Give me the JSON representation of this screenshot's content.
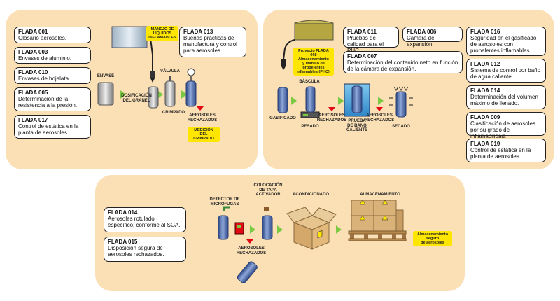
{
  "colors": {
    "panel": "#fbe0b6",
    "arrow": "#7ac943",
    "reject": "#e30613",
    "can_body": "#4b6db0",
    "highlight": "#ffe600"
  },
  "panel1": {
    "cards": [
      {
        "code": "FLADA 001",
        "desc": "Glosario aerosoles."
      },
      {
        "code": "FLADA 003",
        "desc": "Envases de aluminio."
      },
      {
        "code": "FLADA 010",
        "desc": "Envases de hojalata."
      },
      {
        "code": "FLADA 005",
        "desc": "Determinación de la resistencia a la presión."
      },
      {
        "code": "FLADA 017",
        "desc": "Control de estática en la planta de aerosoles."
      },
      {
        "code": "FLADA 013",
        "desc": "Buenas prácticas de manufactura y control para aerosoles."
      }
    ],
    "labels": {
      "tank": "MANEJO DE\nLÍQUIDOS\nINFLAMABLES",
      "envase": "ENVASE",
      "valvula": "VÁLVULA",
      "dosificacion": "DOSIFICACIÓN\nDEL GRANEL",
      "crimpado": "CRIMPADO",
      "rechazados": "AEROSOLES\nRECHAZADOS",
      "medicion": "MEDICIÓN DEL\nCRIMPADO"
    }
  },
  "panel2": {
    "cards": [
      {
        "code": "FLADA 011",
        "desc": "Pruebas de calidad para el PHC."
      },
      {
        "code": "FLADA 006",
        "desc": "Cámara de expansión."
      },
      {
        "code": "FLADA 007",
        "desc": "Determinación del contenido neto en función de la cámara de expansión."
      },
      {
        "code": "FLADA 016",
        "desc": "Seguridad en el gasificado de aerosoles con propelentes inflamables."
      },
      {
        "code": "FLADA 012",
        "desc": "Sistema de control por baño de agua caliente."
      },
      {
        "code": "FLADA 014",
        "desc": "Determinación del volumen máximo de llenado."
      },
      {
        "code": "FLADA 009",
        "desc": "Clasificación de aerosoles por su grado de inflamabilidad."
      },
      {
        "code": "FLADA 019",
        "desc": "Control de estática en la planta de aerosoles."
      }
    ],
    "labels": {
      "proyecto": "Proyecto FLADA 008\nAlmacenamiento\ny manejo de\npropelentes\ninflamables (PHC).",
      "bascula": "BÁSCULA",
      "gasificado": "GASIFICADO",
      "pesado": "PESADO",
      "rechazados1": "AEROSOLES\nRECHAZADOS",
      "bano": "PRUEBA\nDE BAÑO\nCALIENTE",
      "rechazados2": "AEROSOLES\nRECHAZADOS",
      "secado": "SECADO"
    }
  },
  "panel3": {
    "cards": [
      {
        "code": "FLADA 014",
        "desc": "Aerosoles rotulado específico, conforme al SGA."
      },
      {
        "code": "FLADA 015",
        "desc": "Disposición segura de aerosoles rechazados."
      }
    ],
    "labels": {
      "detector": "DETECTOR DE\nMICROFUGAS",
      "colocacion": "COLOCACIÓN\nDE TAPA\nACTIVADOR",
      "acondicionado": "ACONDICIONADO",
      "almacenamiento": "ALMACENAMIENTO",
      "rechazados": "AEROSOLES\nRECHAZADOS",
      "almac_seguro": "Almacenamiento\nseguro\nde aerosoles"
    }
  }
}
